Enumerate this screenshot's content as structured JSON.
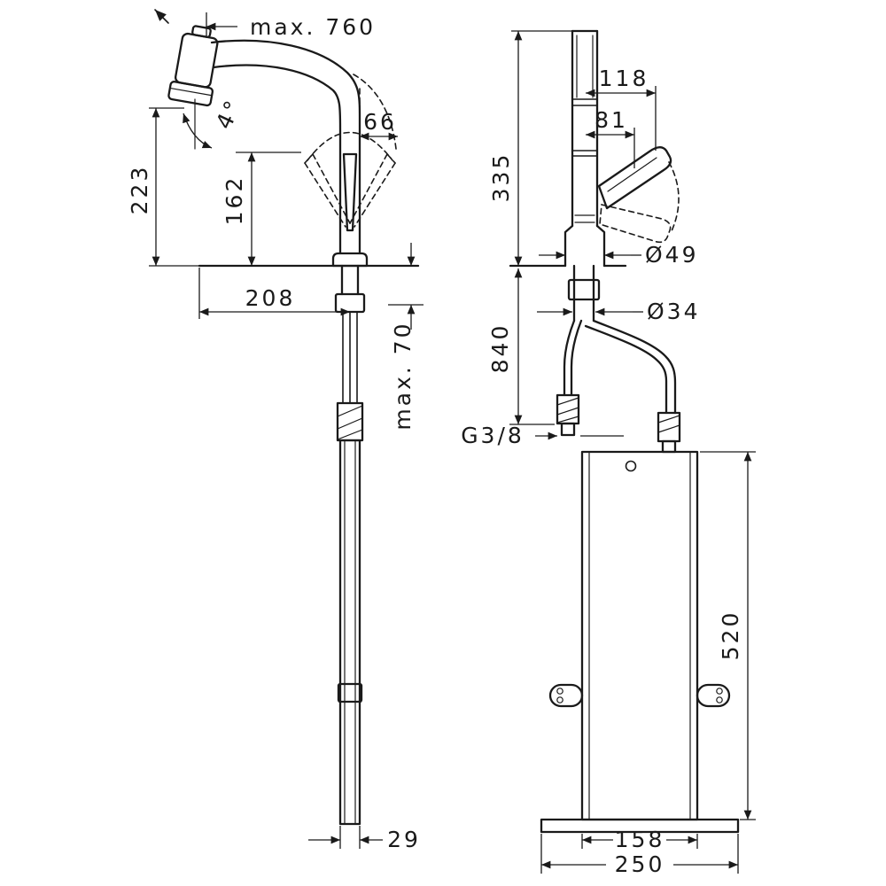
{
  "drawing": {
    "background": "#ffffff",
    "ink": "#1a1a1a",
    "side_view": {
      "name": "faucet side view with pull-out spray",
      "labels": {
        "pullout_max": "max. 760",
        "spray_angle": "4°",
        "swivel_offset": "66",
        "spout_height": "223",
        "handle_height": "162",
        "spout_reach": "208",
        "counter_max": "max. 70",
        "hose_width": "29"
      }
    },
    "front_view": {
      "name": "faucet front view with mounting box",
      "labels": {
        "total_height": "335",
        "handle_reach": "118",
        "handle_grip": "81",
        "body_dia": "Ø49",
        "shank_dia": "Ø34",
        "hose_length": "840",
        "thread": "G3/8",
        "box_height": "520",
        "box_width": "158",
        "base_width": "250"
      }
    }
  }
}
